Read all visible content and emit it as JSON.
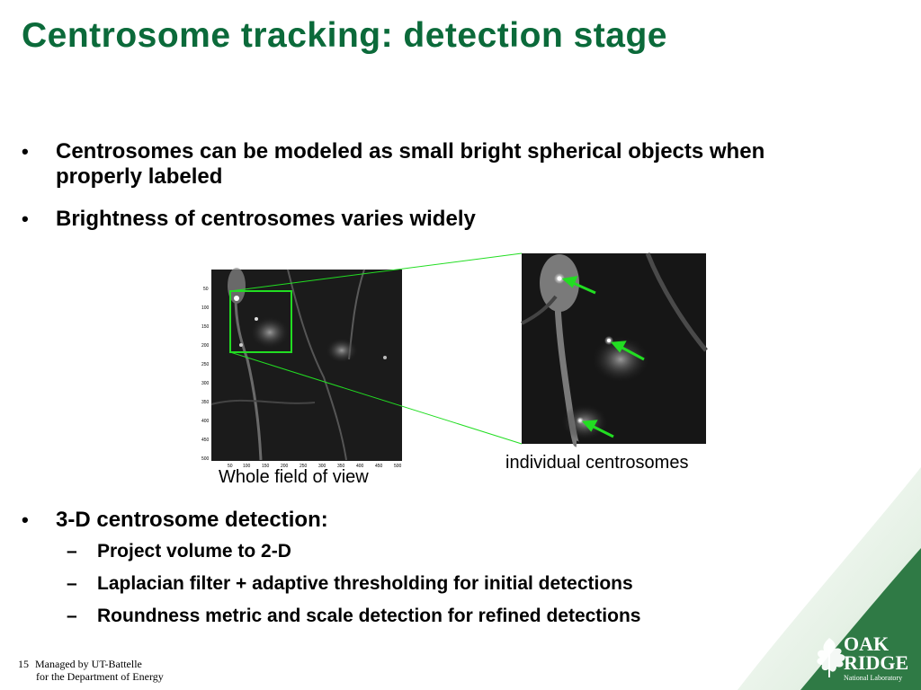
{
  "slide": {
    "title": "Centrosome tracking: detection stage",
    "bullets": [
      "Centrosomes can be modeled as small bright spherical objects when properly labeled",
      "Brightness of centrosomes varies widely",
      "3-D centrosome detection:"
    ],
    "subbullets": [
      "Project volume to 2-D",
      "Laplacian filter + adaptive thresholding for initial detections",
      "Roundness metric and scale detection for refined detections"
    ],
    "bullet_symbol": "•",
    "dash_symbol": "–"
  },
  "figure": {
    "left_caption": "Whole field of view",
    "right_caption": "individual centrosomes",
    "y_ticks": [
      "50",
      "100",
      "150",
      "200",
      "250",
      "300",
      "350",
      "400",
      "450",
      "500"
    ],
    "x_ticks": [
      "50",
      "100",
      "150",
      "200",
      "250",
      "300",
      "350",
      "400",
      "450",
      "500"
    ],
    "highlight_color": "#22dd22"
  },
  "footer": {
    "page_number": "15",
    "line1": "Managed by UT-Battelle",
    "line2": "for the Department of Energy"
  },
  "logo": {
    "word1": "OAK",
    "word2": "RIDGE",
    "word3": "National Laboratory"
  },
  "colors": {
    "title": "#0b6a3a",
    "logo_green": "#1f6b3b"
  }
}
